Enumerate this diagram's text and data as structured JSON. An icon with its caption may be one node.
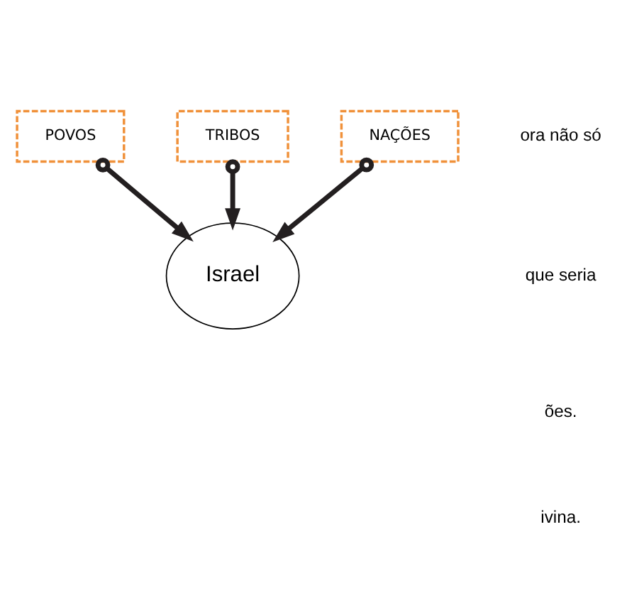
{
  "diagram": {
    "nodes": [
      {
        "text": [
          "POVOS"
        ]
      },
      {
        "text": [
          "TRIBOS"
        ]
      },
      {
        "text": [
          "Israel"
        ]
      },
      {
        "text": [
          "NAÇÕES"
        ]
      }
    ],
    "edges": [
      {
        "from": 0,
        "to": 2,
        "arrow": "to"
      },
      {
        "from": 1,
        "to": 2,
        "arrow": "to"
      },
      {
        "from": 3,
        "to": 2,
        "arrow": "to"
      }
    ],
    "labels": [
      "ora não só",
      "que seria",
      "ões.",
      "ivina."
    ]
  }
}
